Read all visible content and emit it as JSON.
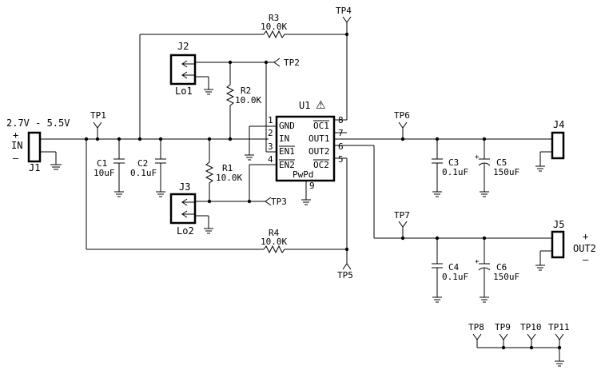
{
  "input": {
    "voltage_range": "2.7V - 5.5V",
    "plus": "+",
    "label": "IN",
    "minus": "—",
    "connector": "J1"
  },
  "output2": {
    "plus": "+",
    "label": "OUT2",
    "minus": "—",
    "connector": "J5"
  },
  "connectors": {
    "j2": "J2",
    "j3": "J3",
    "j4": "J4",
    "lo1": "Lo1",
    "lo2": "Lo2"
  },
  "ic": {
    "ref": "U1",
    "warning_symbol": "⚠",
    "package_label": "PwPd",
    "pins": [
      {
        "num": "1",
        "name": "GND"
      },
      {
        "num": "2",
        "name": "IN"
      },
      {
        "num": "3",
        "name": "EN1"
      },
      {
        "num": "4",
        "name": "EN2"
      },
      {
        "num": "5",
        "name": "OC2"
      },
      {
        "num": "6",
        "name": "OUT2"
      },
      {
        "num": "7",
        "name": "OUT1"
      },
      {
        "num": "8",
        "name": "OC1"
      },
      {
        "num": "9",
        "name": ""
      }
    ]
  },
  "resistors": {
    "r1": {
      "ref": "R1",
      "value": "10.0K"
    },
    "r2": {
      "ref": "R2",
      "value": "10.0K"
    },
    "r3": {
      "ref": "R3",
      "value": "10.0K"
    },
    "r4": {
      "ref": "R4",
      "value": "10.0K"
    }
  },
  "capacitors": {
    "c1": {
      "ref": "C1",
      "value": "10uF"
    },
    "c2": {
      "ref": "C2",
      "value": "0.1uF"
    },
    "c3": {
      "ref": "C3",
      "value": "0.1uF"
    },
    "c4": {
      "ref": "C4",
      "value": "0.1uF"
    },
    "c5": {
      "ref": "C5",
      "value": "150uF"
    },
    "c6": {
      "ref": "C6",
      "value": "150uF"
    },
    "polarity_mark": "+"
  },
  "test_points": {
    "tp1": "TP1",
    "tp2": "TP2",
    "tp3": "TP3",
    "tp4": "TP4",
    "tp5": "TP5",
    "tp6": "TP6",
    "tp7": "TP7",
    "tp8": "TP8",
    "tp9": "TP9",
    "tp10": "TP10",
    "tp11": "TP11"
  }
}
